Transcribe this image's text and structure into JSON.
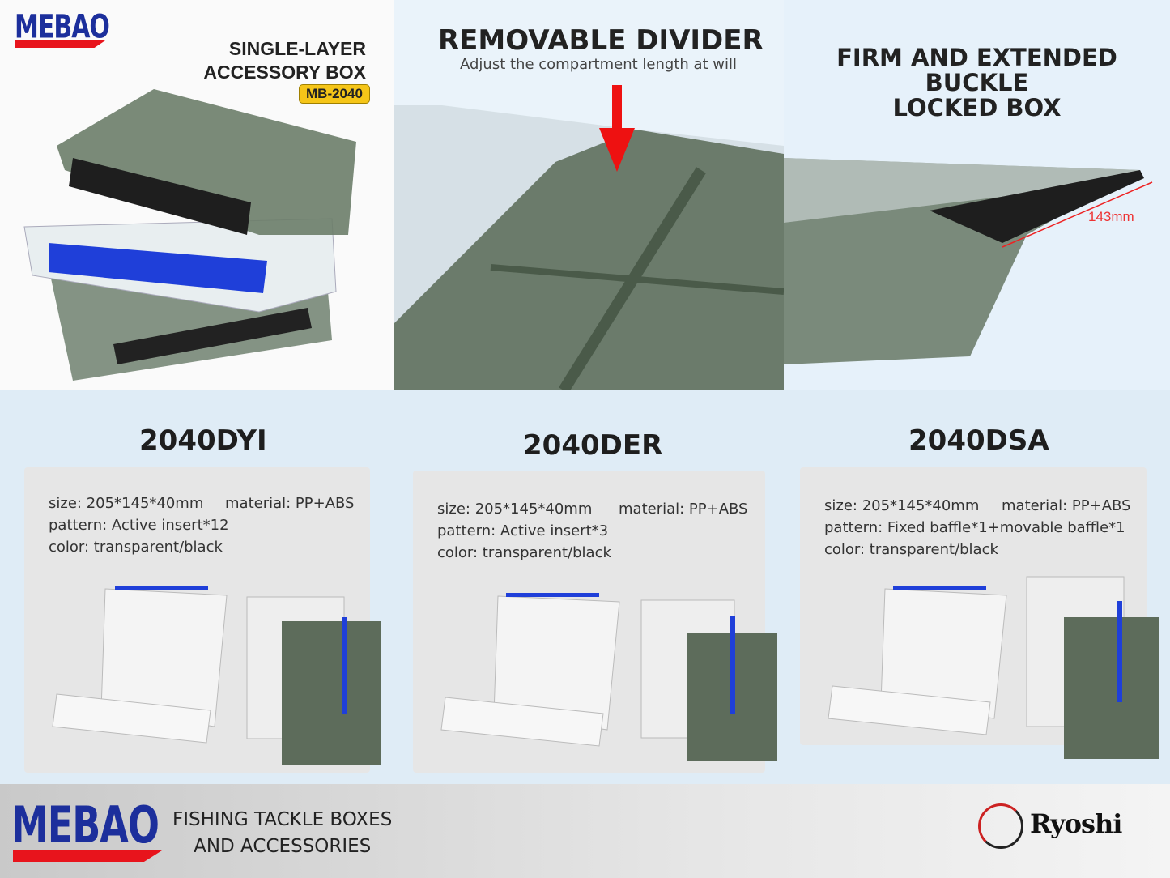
{
  "brand": "MEBAO",
  "panel1": {
    "title_line1": "SINGLE-LAYER",
    "title_line2": "ACCESSORY BOX",
    "model_badge": "MB-2040"
  },
  "panel2": {
    "title": "REMOVABLE DIVIDER",
    "subtitle": "Adjust the compartment length at will"
  },
  "panel3": {
    "title_line1": "FIRM AND EXTENDED BUCKLE",
    "title_line2": "LOCKED BOX",
    "dimension": "143mm"
  },
  "models": [
    {
      "name": "2040DYI",
      "size": "size: 205*145*40mm",
      "material": "material: PP+ABS",
      "pattern": "pattern: Active insert*12",
      "color": "color: transparent/black"
    },
    {
      "name": "2040DER",
      "size": "size: 205*145*40mm",
      "material": "material: PP+ABS",
      "pattern": "pattern: Active insert*3",
      "color": "color: transparent/black"
    },
    {
      "name": "2040DSA",
      "size": "size: 205*145*40mm",
      "material": "material: PP+ABS",
      "pattern": "pattern: Fixed baffle*1+movable baffle*1",
      "color": "color: transparent/black"
    }
  ],
  "footer": {
    "brand": "MEBAO",
    "tagline_line1": "FISHING TACKLE BOXES",
    "tagline_line2": "AND ACCESSORIES",
    "partner_logo": "Ryoshi"
  }
}
